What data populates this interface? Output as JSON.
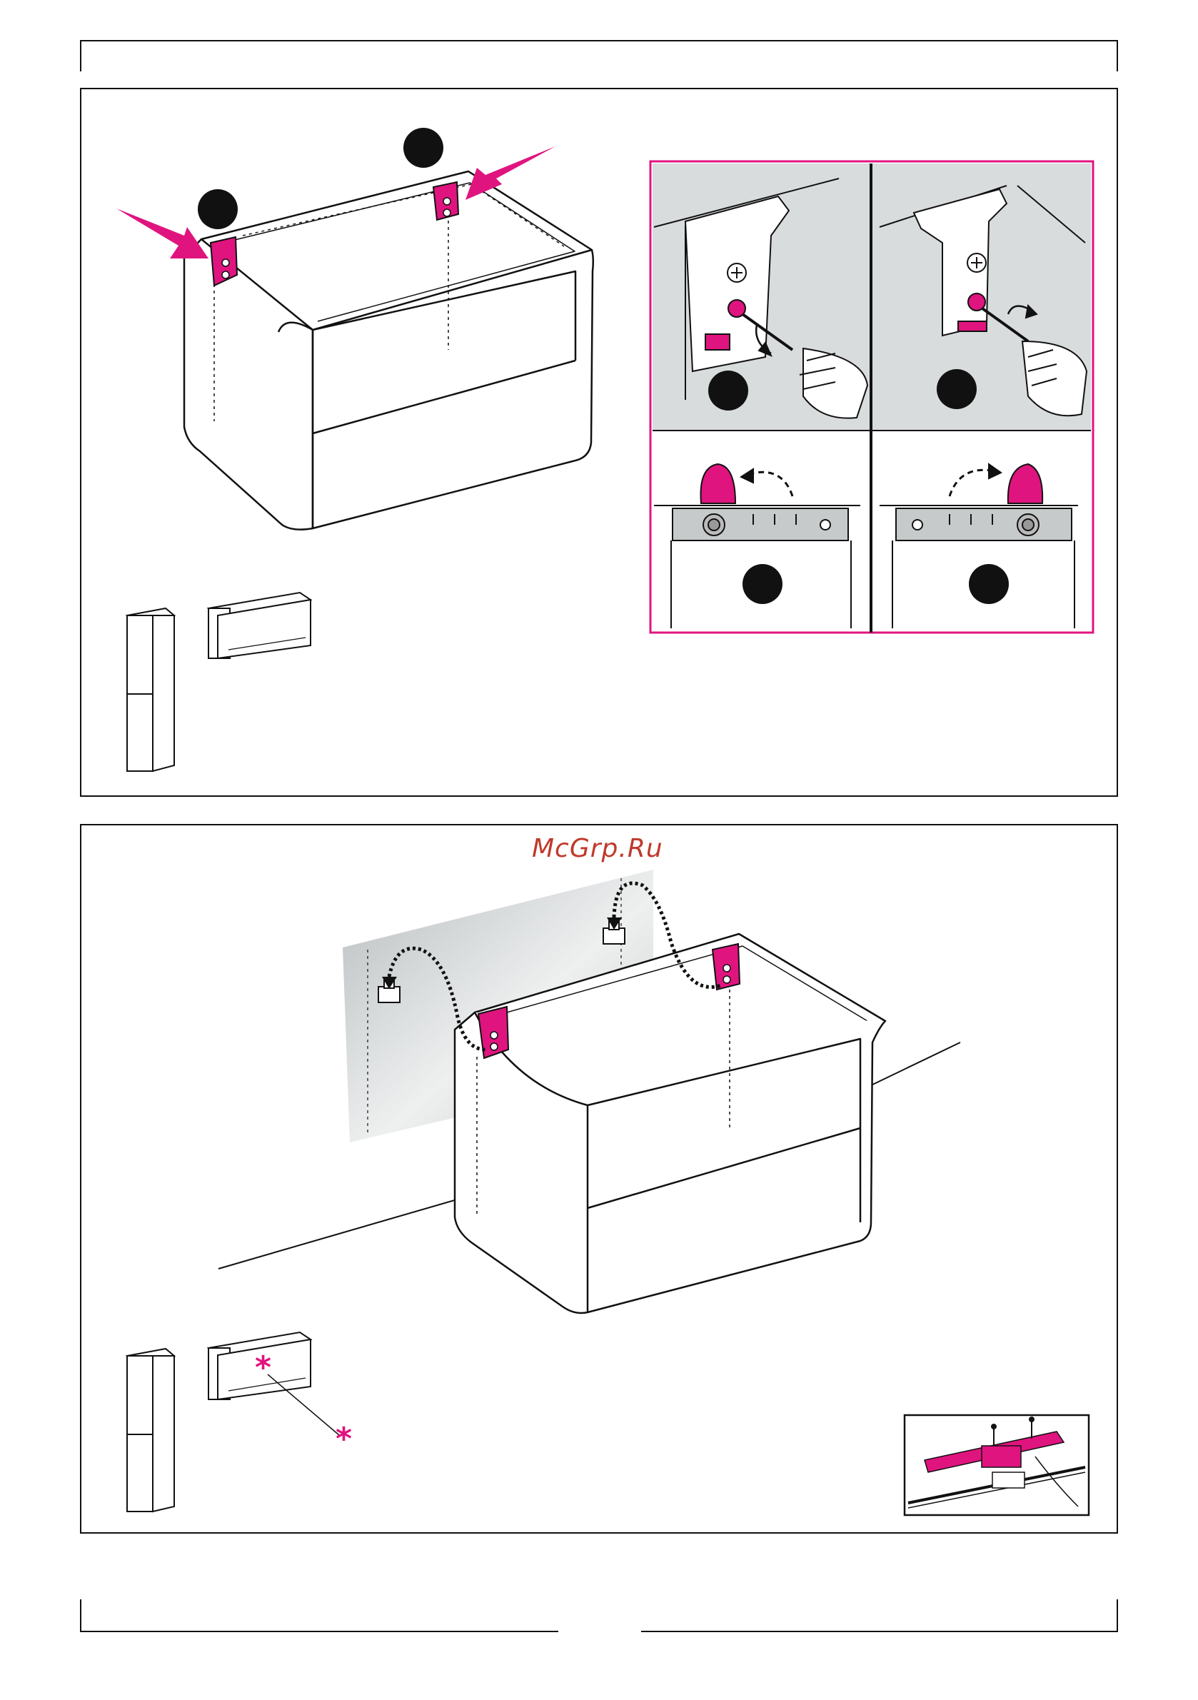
{
  "watermark": "McGrp.Ru",
  "colors": {
    "accent": "#e0147f",
    "line": "#111111",
    "panel_gray": "#d9dcdd"
  },
  "top_panel": {
    "step_badges": 2,
    "detail_steps": 4
  },
  "bottom_panel": {
    "asterisk_marks": [
      "*",
      "*"
    ]
  }
}
